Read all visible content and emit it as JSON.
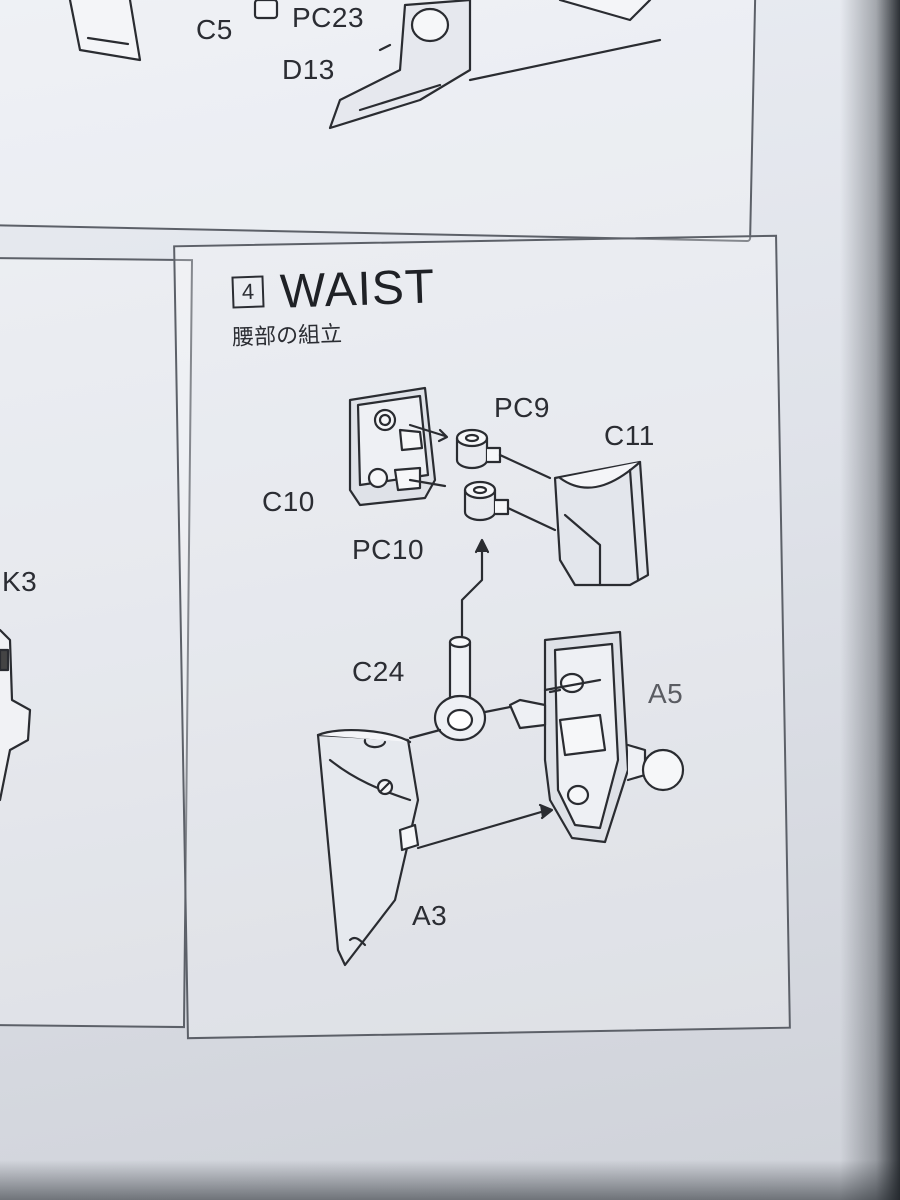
{
  "step": {
    "number": "4",
    "title": "WAIST",
    "subtitle": "腰部の組立"
  },
  "top_labels": {
    "c5": "C5",
    "pc23": "PC23",
    "d13": "D13"
  },
  "left_labels": {
    "k3": "K3"
  },
  "part_labels": {
    "pc9": "PC9",
    "c11": "C11",
    "c10": "C10",
    "pc10": "PC10",
    "c24": "C24",
    "a5": "A5",
    "a3": "A3"
  }
}
